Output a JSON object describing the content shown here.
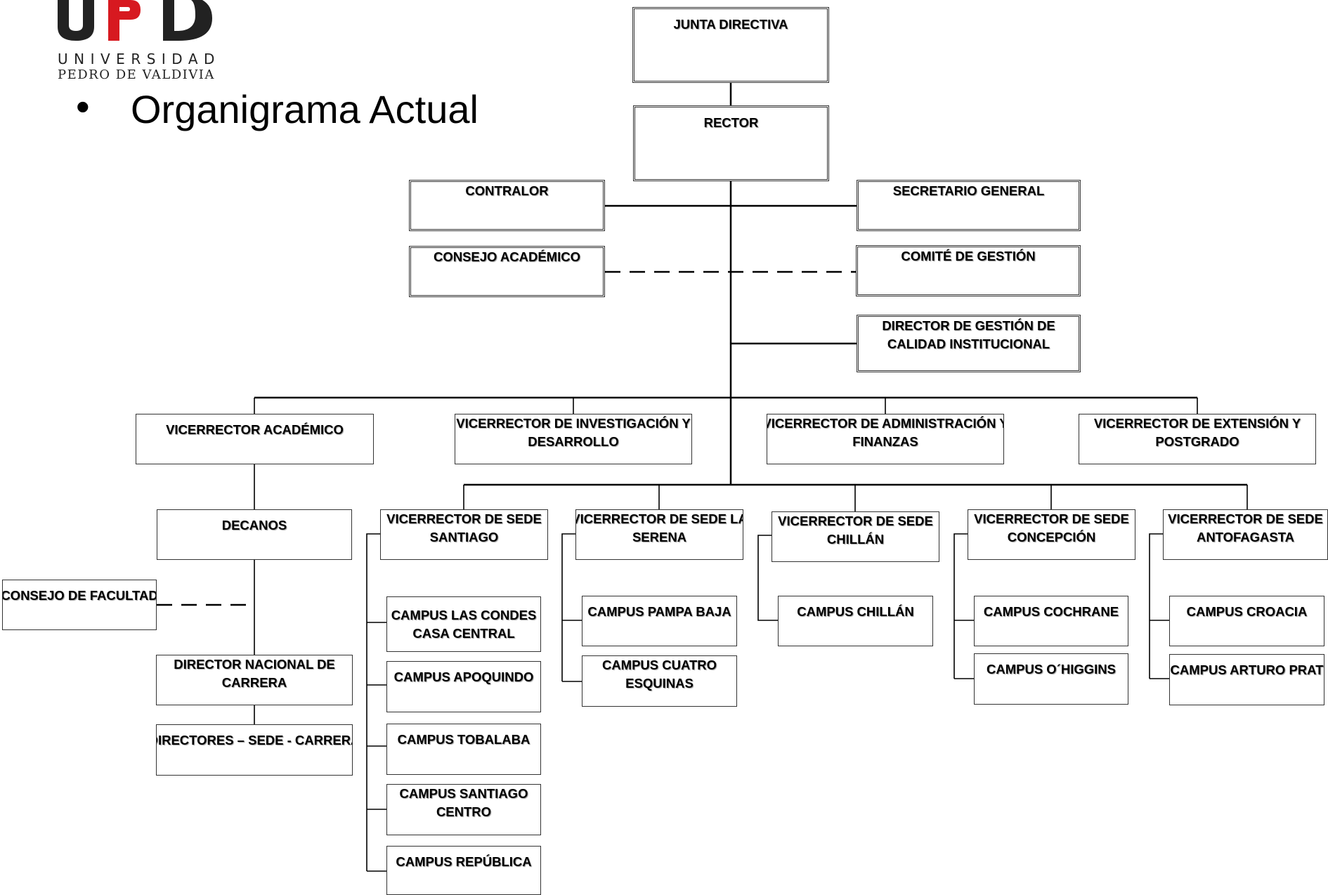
{
  "header": {
    "logo": {
      "mark_text": "UPD",
      "line1": "UNIVERSIDAD",
      "line2": "PEDRO DE VALDIVIA",
      "colors": {
        "black": "#222222",
        "red": "#d71920"
      }
    },
    "bullet": "•",
    "title": "Organigrama Actual"
  },
  "org_chart": {
    "board": [
      "JUNTA DIRECTIVA"
    ],
    "rector": [
      "RECTOR"
    ],
    "contralor": [
      "CONTRALOR"
    ],
    "secretario_general": [
      "SECRETARIO GENERAL"
    ],
    "consejo_academico": [
      "CONSEJO ACADÉMICO"
    ],
    "comite_gestion": [
      "COMITÉ DE GESTIÓN"
    ],
    "director_calidad": [
      "DIRECTOR DE GESTIÓN DE",
      "CALIDAD INSTITUCIONAL"
    ],
    "vicerrectores": {
      "academico": [
        "VICERRECTOR ACADÉMICO"
      ],
      "investigacion": [
        "VICERRECTOR DE INVESTIGACIÓN Y",
        "DESARROLLO"
      ],
      "administracion": [
        "VICERRECTOR DE ADMINISTRACIÓN Y",
        "FINANZAS"
      ],
      "extension": [
        "VICERRECTOR DE EXTENSIÓN Y",
        "POSTGRADO"
      ]
    },
    "academico_branch": {
      "decanos": [
        "DECANOS"
      ],
      "consejo_facultad": [
        "CONSEJO DE FACULTAD"
      ],
      "director_nacional": [
        "DIRECTOR NACIONAL DE",
        "CARRERA"
      ],
      "directores_sede": [
        "DIRECTORES – SEDE - CARRERA"
      ]
    },
    "sedes": {
      "santiago": {
        "title": [
          "VICERRECTOR DE SEDE",
          "SANTIAGO"
        ],
        "campus": [
          [
            "CAMPUS LAS CONDES",
            "CASA CENTRAL"
          ],
          [
            "CAMPUS APOQUINDO"
          ],
          [
            "CAMPUS TOBALABA"
          ],
          [
            "CAMPUS SANTIAGO",
            "CENTRO"
          ],
          [
            "CAMPUS REPÚBLICA"
          ]
        ]
      },
      "la_serena": {
        "title": [
          "VICERRECTOR DE SEDE LA",
          "SERENA"
        ],
        "campus": [
          [
            "CAMPUS PAMPA BAJA"
          ],
          [
            "CAMPUS CUATRO",
            "ESQUINAS"
          ]
        ]
      },
      "chillan": {
        "title": [
          "VICERRECTOR DE SEDE",
          "CHILLÁN"
        ],
        "campus": [
          [
            "CAMPUS CHILLÁN"
          ]
        ]
      },
      "concepcion": {
        "title": [
          "VICERRECTOR DE SEDE",
          "CONCEPCIÓN"
        ],
        "campus": [
          [
            "CAMPUS COCHRANE"
          ],
          [
            "CAMPUS O´HIGGINS"
          ]
        ]
      },
      "antofagasta": {
        "title": [
          "VICERRECTOR DE SEDE",
          "ANTOFAGASTA"
        ],
        "campus": [
          [
            "CAMPUS CROACIA"
          ],
          [
            "CAMPUS ARTURO PRAT"
          ]
        ]
      }
    }
  }
}
